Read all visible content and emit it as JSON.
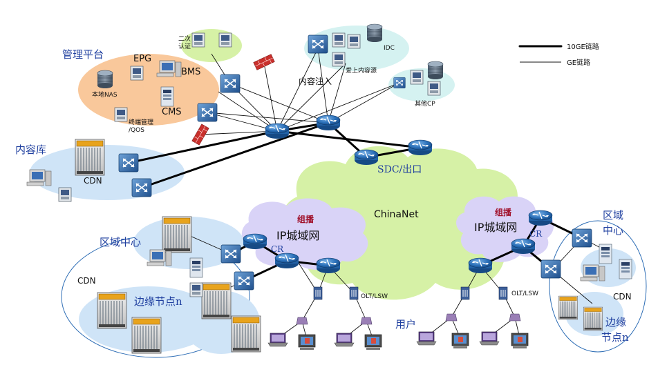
{
  "legend": {
    "line_10ge": "10GE链路",
    "line_ge": "GE链路"
  },
  "groups": {
    "management_platform": "管理平台",
    "epg": "EPG",
    "bms": "BMS",
    "cms": "CMS",
    "local_nas": "本地NAS",
    "terminal_mgmt_line1": "终端管理",
    "terminal_mgmt_line2": "/QOS",
    "secondary_auth_line1": "二次",
    "secondary_auth_line2": "认证",
    "idc": "IDC",
    "aishang_source": "爱上内容源",
    "other_cp": "其他CP",
    "content_injection": "内容注入",
    "content_library": "内容库",
    "cdn_top": "CDN",
    "sdc_exit": "SDC/出口",
    "chinanet": "ChinaNet",
    "multicast_left": "组播",
    "metro_left": "IP城域网",
    "cr_left": "CR",
    "multicast_right": "组播",
    "metro_right": "IP城域网",
    "cr_right": "CR",
    "region_center_left": "区域中心",
    "cdn_left": "CDN",
    "edge_node_left": "边缘节点n",
    "region_center_right_line1": "区域",
    "region_center_right_line2": "中心",
    "cdn_right": "CDN",
    "edge_node_right_line1": "边缘",
    "edge_node_right_line2": "节点n",
    "olt_lsw_left": "OLT/LSW",
    "olt_lsw_right": "OLT/LSW",
    "users": "用户"
  },
  "colors": {
    "router": "#2a6fb8",
    "switch": "#2b5f9e",
    "blue_cloud": "#cfe4f7",
    "orange_cloud": "#f9c89b",
    "green_cloud": "#d6f1a6",
    "purple_cloud": "#d9d3f7",
    "teal_cloud": "#d5f2f1",
    "label_blue": "#1f3f9f",
    "label_red": "#a0102a"
  }
}
